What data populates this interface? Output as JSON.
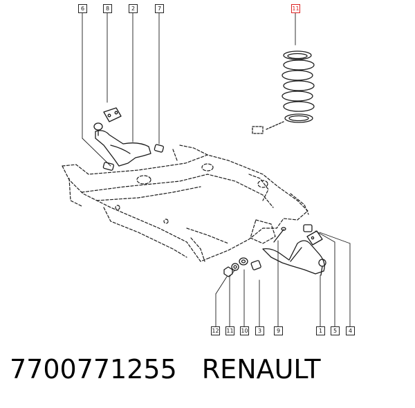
{
  "callouts": {
    "c6": "6",
    "c8": "8",
    "c2": "2",
    "c7": "7",
    "c11_top": "11",
    "c12": "12",
    "c11": "11",
    "c10": "10",
    "c3": "3",
    "c9": "9",
    "c1": "1",
    "c5": "5",
    "c4": "4"
  },
  "caption": {
    "part_number": "7700771255",
    "brand": "RENAULT"
  },
  "colors": {
    "line": "#1a1a1a",
    "highlight": "#d22222"
  }
}
